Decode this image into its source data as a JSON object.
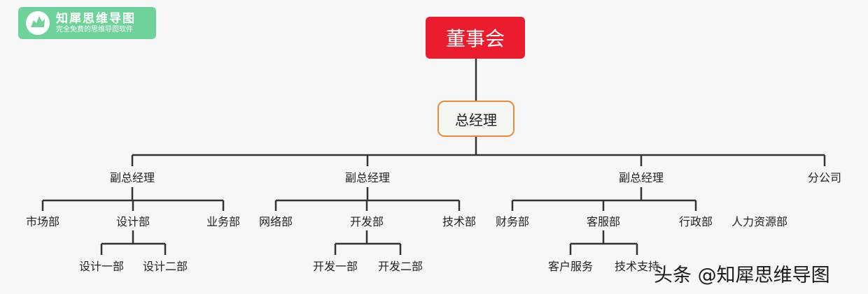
{
  "logo": {
    "title": "知犀思维导图",
    "subtitle": "完全免费的思维导图软件",
    "icon": "rhino-icon",
    "color": "#6fd29a"
  },
  "org": {
    "root": "董事会",
    "gm": "总经理",
    "level2": [
      "副总经理",
      "副总经理",
      "副总经理",
      "分公司"
    ],
    "departments": [
      "市场部",
      "设计部",
      "业务部",
      "网络部",
      "开发部",
      "技术部",
      "财务部",
      "客服部",
      "行政部",
      "人力资源部"
    ],
    "subunits": [
      "设计一部",
      "设计二部",
      "开发一部",
      "开发二部",
      "客户服务",
      "技术支持"
    ]
  },
  "watermark": "头条 @知犀思维导图",
  "colors": {
    "root": "#ea1c2d",
    "gm_border": "#ef8a3a",
    "line": "#333333"
  }
}
